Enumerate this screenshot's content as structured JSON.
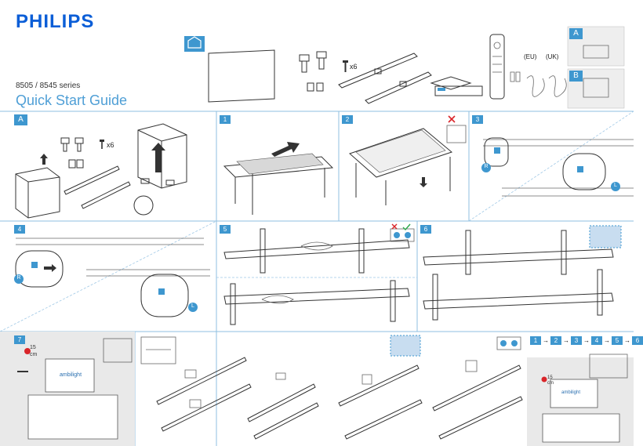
{
  "header": {
    "brand": "PHILIPS",
    "series": "8505 / 8545 series",
    "title": "Quick Start Guide"
  },
  "contents": {
    "screw_count": "x6",
    "region_eu": "(EU)",
    "region_uk": "(UK)",
    "option_a": "A",
    "option_b": "B"
  },
  "steps": {
    "a_label": "A",
    "s1": "1",
    "s2": "2",
    "s3": "3",
    "s4": "4",
    "s5": "5",
    "s6": "6",
    "s7": "7",
    "screw_count": "x6",
    "left_marker": "L",
    "right_marker": "R",
    "distance_value": "15",
    "distance_unit": "cm",
    "ambilight_text": "ambilight",
    "sequence": [
      "1",
      "2",
      "3",
      "4",
      "5",
      "6"
    ]
  },
  "colors": {
    "brand_blue": "#0b5ed7",
    "accent_blue": "#3e97cf",
    "title_blue": "#4f9fd6",
    "x_mark": "#d9252a",
    "check_mark": "#2aa84a"
  }
}
